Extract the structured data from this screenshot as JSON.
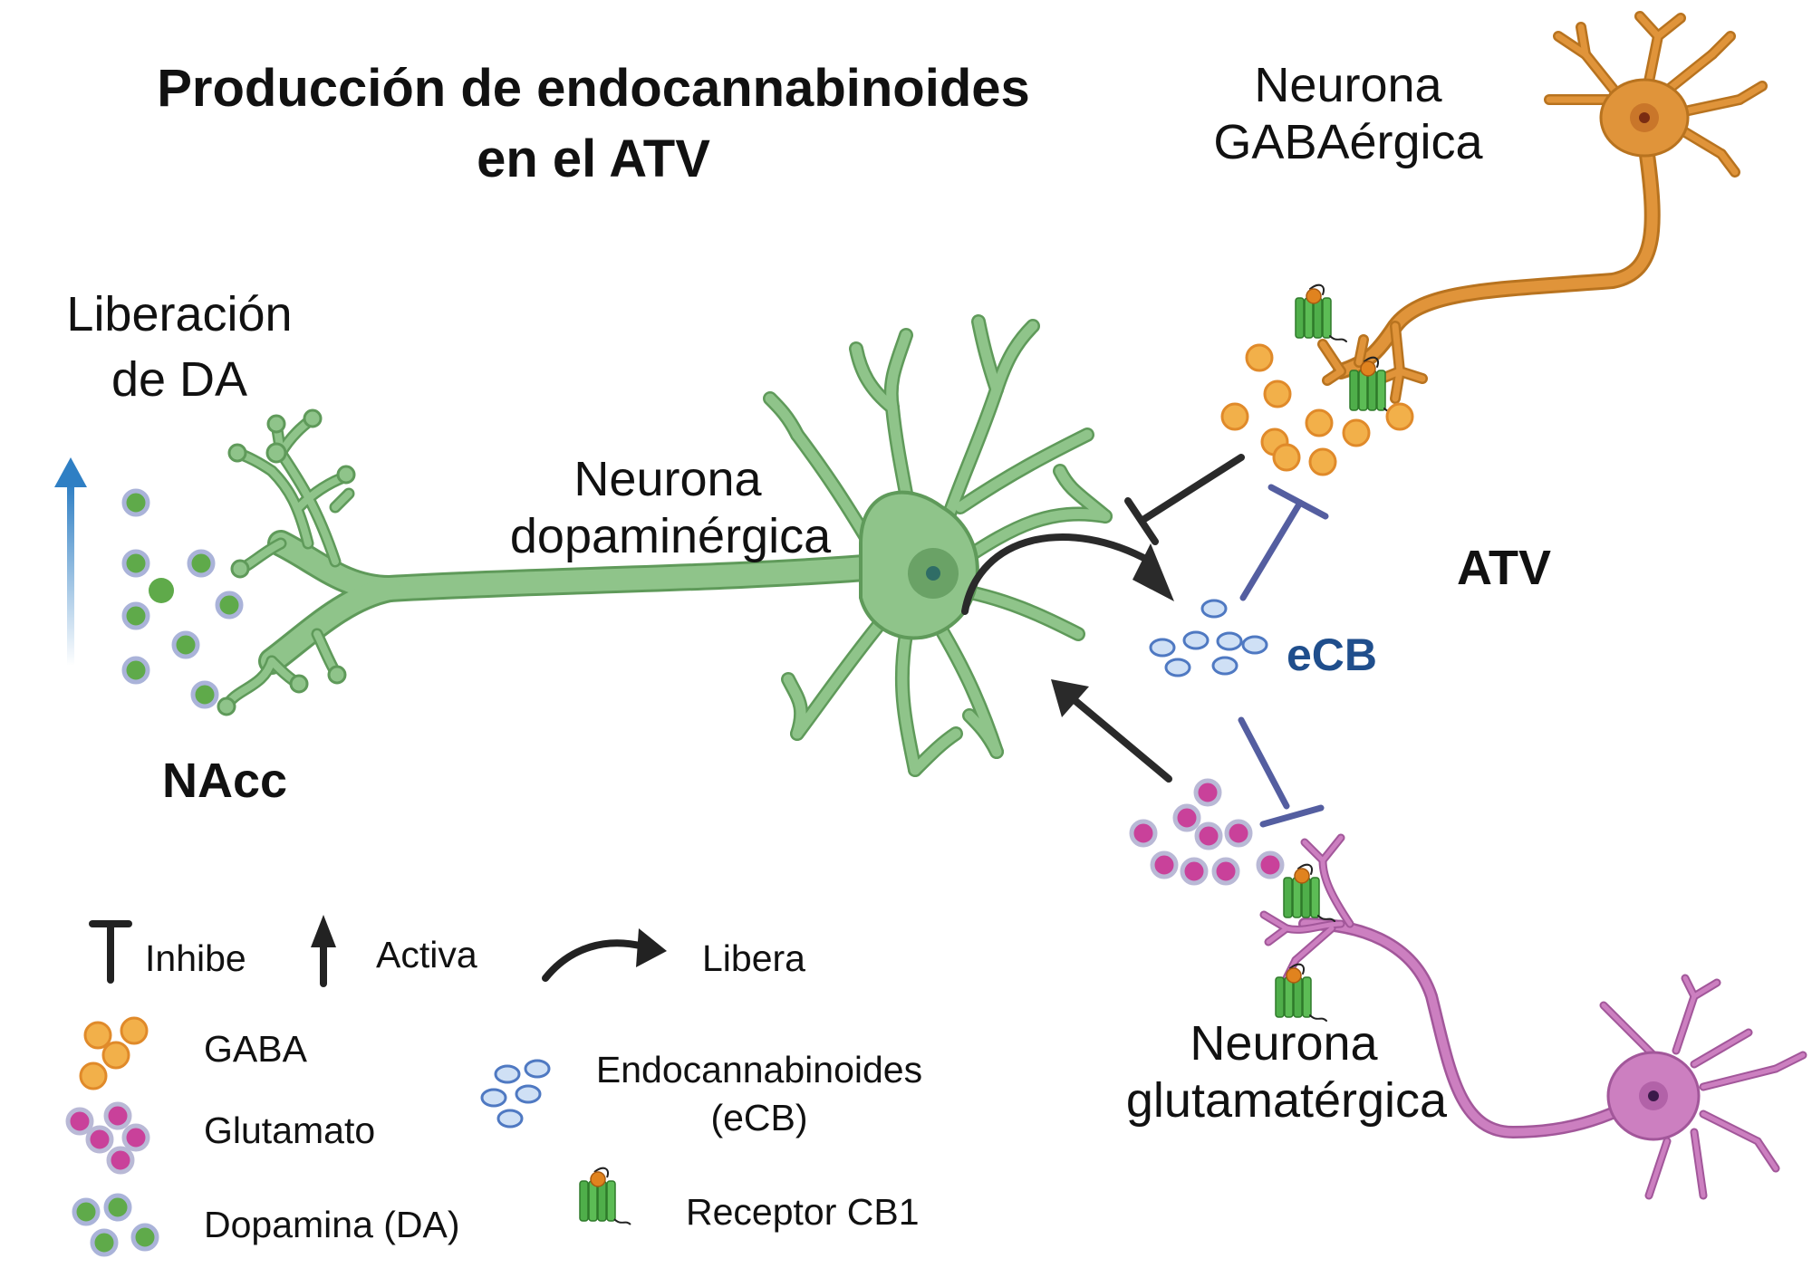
{
  "title": {
    "line1": "Producción de endocannabinoides",
    "line2": "en el  ATV"
  },
  "labels": {
    "gaba_neuron": [
      "Neurona",
      "GABAérgica"
    ],
    "da_neuron": [
      "Neurona",
      "dopaminérgica"
    ],
    "glut_neuron": [
      "Neurona",
      "glutamatérgica"
    ],
    "da_release": [
      "Liberación",
      "de DA"
    ],
    "nacc": "NAcc",
    "atv": "ATV",
    "ecb": "eCB"
  },
  "legend": {
    "inhibits": "Inhibe",
    "activates": "Activa",
    "releases": "Libera",
    "gaba": "GABA",
    "glutamate": "Glutamato",
    "dopamine": "Dopamina (DA)",
    "endocannabinoids": [
      "Endocannabinoides",
      "(eCB)"
    ],
    "receptor": "Receptor CB1"
  },
  "colors": {
    "gaba_neuron": "#e0943a",
    "da_neuron": "#8fc48a",
    "glut_neuron": "#cc7fc0",
    "gaba_vesicle": "#f2b04a",
    "glut_vesicle": "#c9419a",
    "da_vesicle": "#5faa4a",
    "ecb_vesicle": "#cfe0f5",
    "inhibit_line": "#545ea0",
    "release_arrow": "#2a2a2a",
    "da_up_arrow": "#2f7fc4",
    "receptor": "#4fae4a"
  }
}
